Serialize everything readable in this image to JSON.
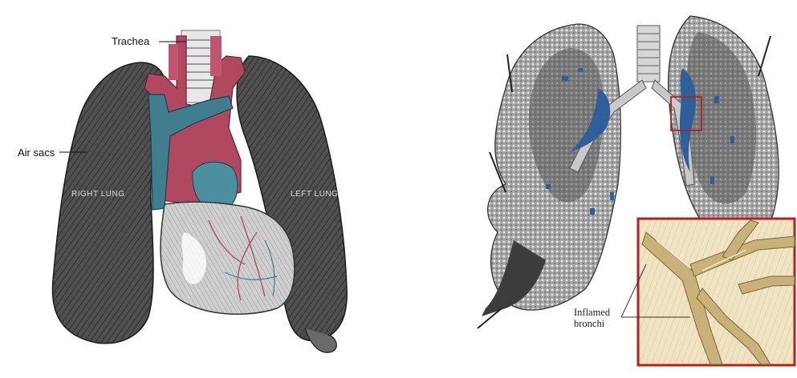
{
  "left_figure": {
    "labels": {
      "trachea": "Trachea",
      "air_sacs": "Air sacs",
      "right_lung": "RIGHT LUNG",
      "left_lung": "LEFT LUNG"
    },
    "colors": {
      "lung": "#4a4a4a",
      "vessel_red": "#b0495f",
      "vessel_blue": "#3f7d8f",
      "heart": "#c9c9c9"
    }
  },
  "right_figure": {
    "labels": {
      "inflamed_line1": "Inflamed",
      "inflamed_line2": "bronchi"
    },
    "colors": {
      "lung": "#8a8a8a",
      "bronchi_blue": "#2f5f9a",
      "inset_border": "#b22222",
      "inset_fill": "#e8dcb8"
    }
  }
}
